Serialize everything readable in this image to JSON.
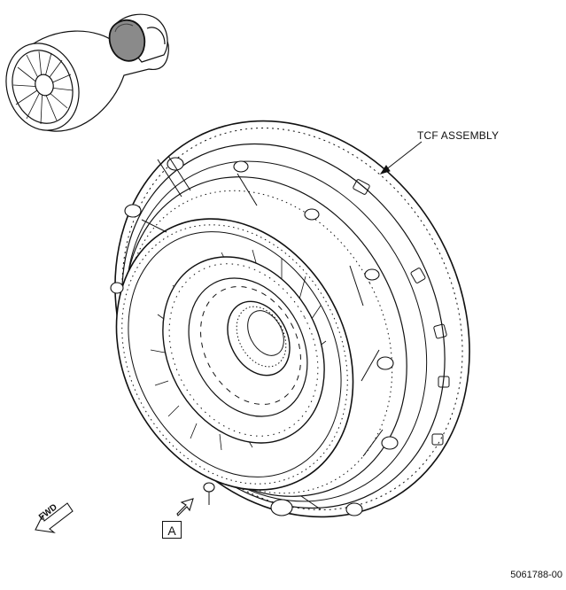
{
  "callouts": {
    "assembly_label": "TCF ASSEMBLY",
    "view_label": "A",
    "direction_label": "FWD"
  },
  "figure_id": "5061788-00",
  "colors": {
    "line": "#111111",
    "shaded_module": "#8a8a8a",
    "background": "#ffffff"
  },
  "icons": {
    "direction": "fwd-arrow-icon",
    "view": "view-arrow-icon"
  }
}
